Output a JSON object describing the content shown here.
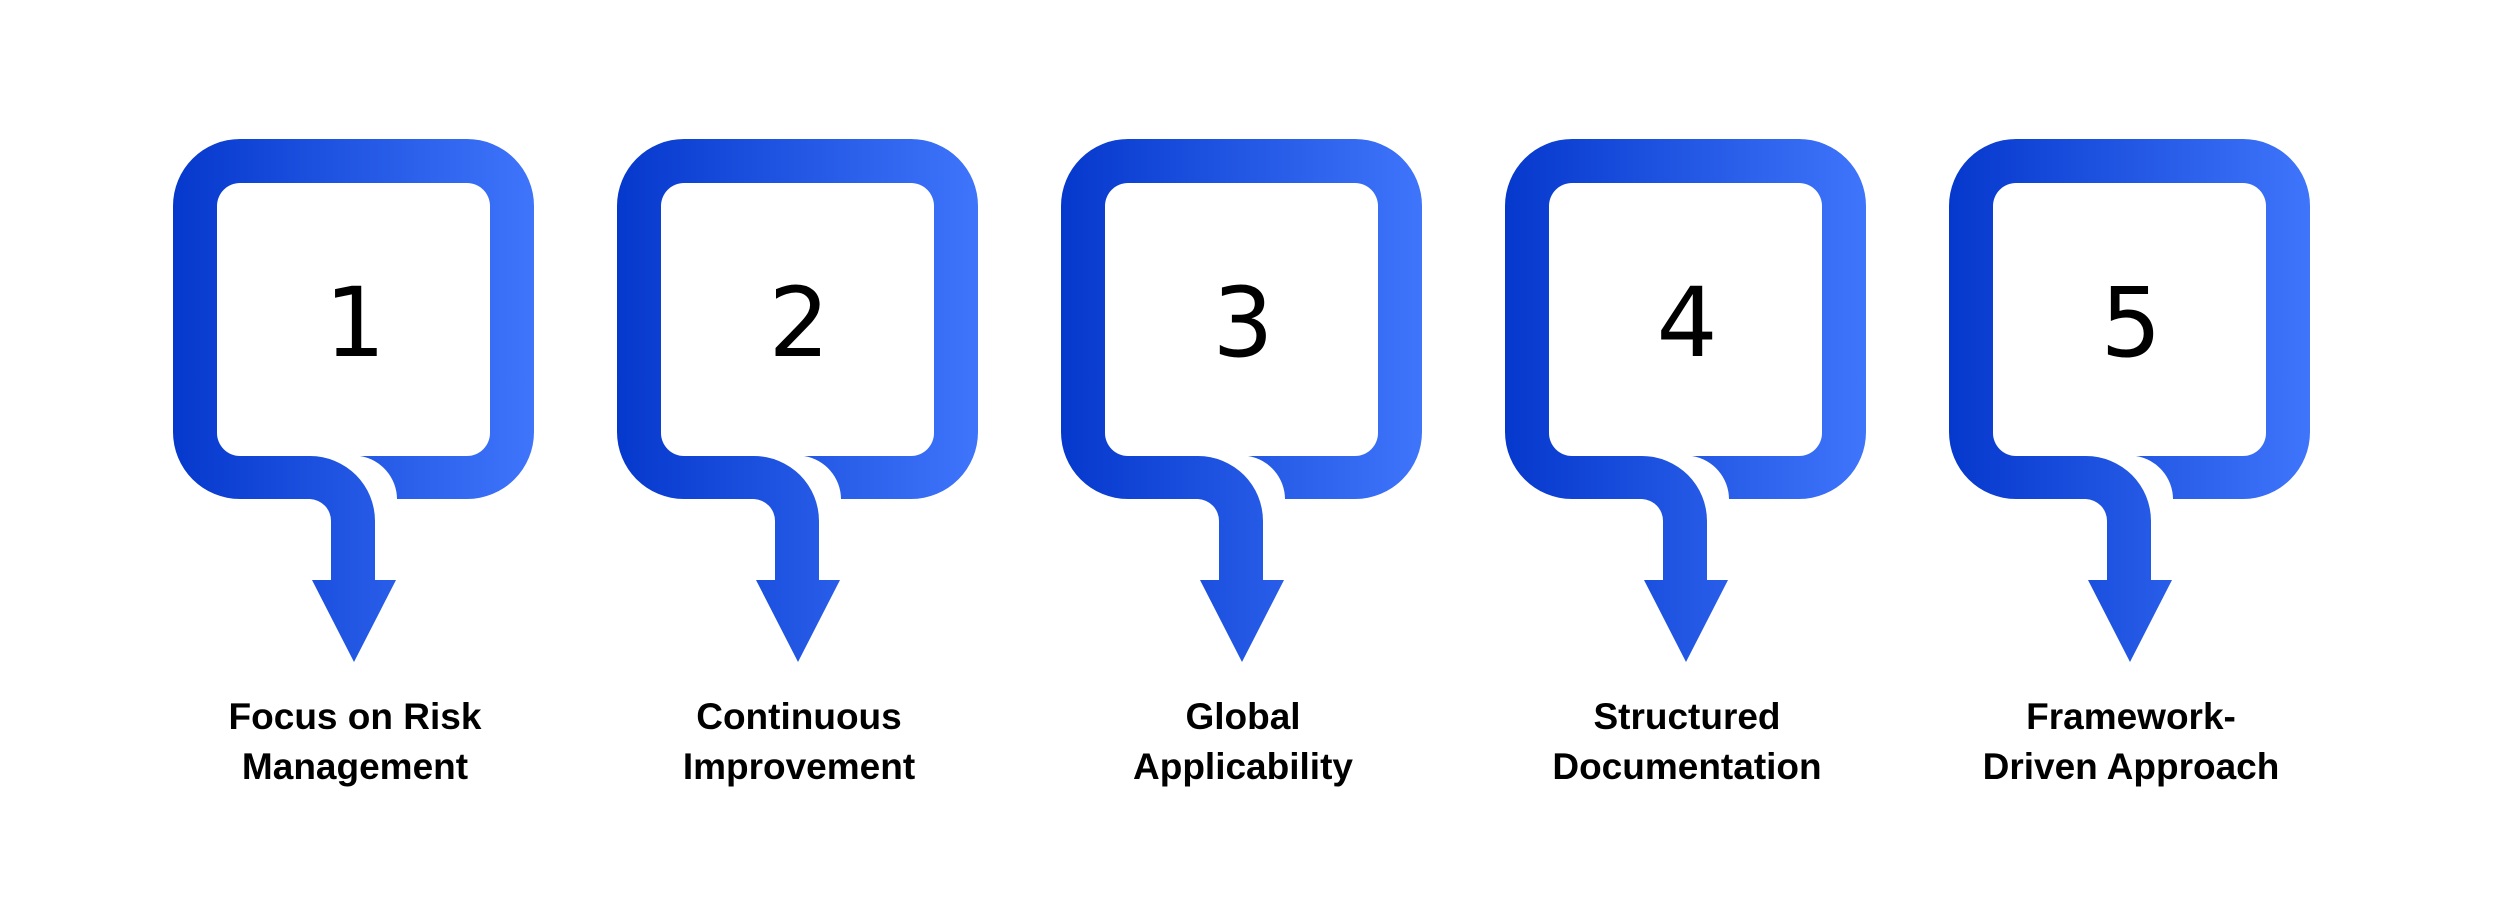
{
  "colors": {
    "gradient_start": "#0538cc",
    "gradient_end": "#3f75fb",
    "text": "#000000",
    "background": "#ffffff"
  },
  "steps": [
    {
      "number": "1",
      "label_line1": "Focus on Risk",
      "label_line2": "Management"
    },
    {
      "number": "2",
      "label_line1": "Continuous",
      "label_line2": "Improvement"
    },
    {
      "number": "3",
      "label_line1": "Global",
      "label_line2": "Applicability"
    },
    {
      "number": "4",
      "label_line1": "Structured",
      "label_line2": "Documentation"
    },
    {
      "number": "5",
      "label_line1": "Framework-",
      "label_line2": "Driven Approach"
    }
  ]
}
